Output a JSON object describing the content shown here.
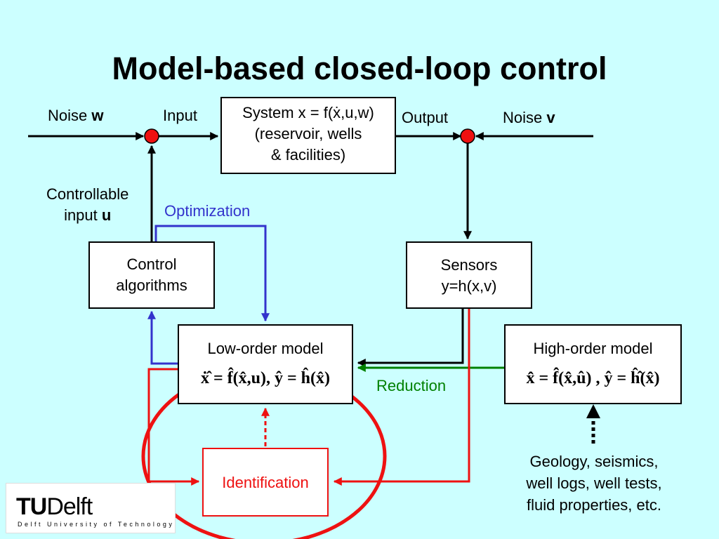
{
  "title": "Model-based closed-loop control",
  "labels": {
    "noise_w_prefix": "Noise ",
    "noise_w_symbol": "w",
    "input": "Input",
    "output": "Output",
    "noise_v_prefix": "Noise ",
    "noise_v_symbol": "v",
    "controllable_line1": "Controllable",
    "controllable_line2_prefix": "input ",
    "controllable_line2_symbol": "u",
    "optimization": "Optimization",
    "reduction": "Reduction"
  },
  "system_box": {
    "line1": "System x = f(ẋ,u,w)",
    "line2": "(reservoir, wells",
    "line3": "& facilities)"
  },
  "control_box": {
    "line1": "Control",
    "line2": "algorithms"
  },
  "sensors_box": {
    "line1": "Sensors",
    "line2": "y=h(x,v)"
  },
  "low_order_box": {
    "title": "Low-order model",
    "equation": "ẋ̂ = f̂(x̂,u),  ŷ = ĥ(x̂)"
  },
  "high_order_box": {
    "title": "High-order model",
    "equation": "x̂̂ = f̂̂(x̂̂,û) ,  ŷ = ĥ̂(x̂̂)"
  },
  "identification_box": {
    "label": "Identification"
  },
  "geology_note": {
    "line1": "Geology, seismics,",
    "line2": "well logs, well tests,",
    "line3": "fluid properties, etc."
  },
  "logo": {
    "mark_tu": "TU",
    "mark_delft": "Delft",
    "subtitle": "Delft University of Technology"
  },
  "colors": {
    "background": "#ccffff",
    "optimization": "#3333cc",
    "reduction": "#008000",
    "identification": "#ee1111"
  }
}
